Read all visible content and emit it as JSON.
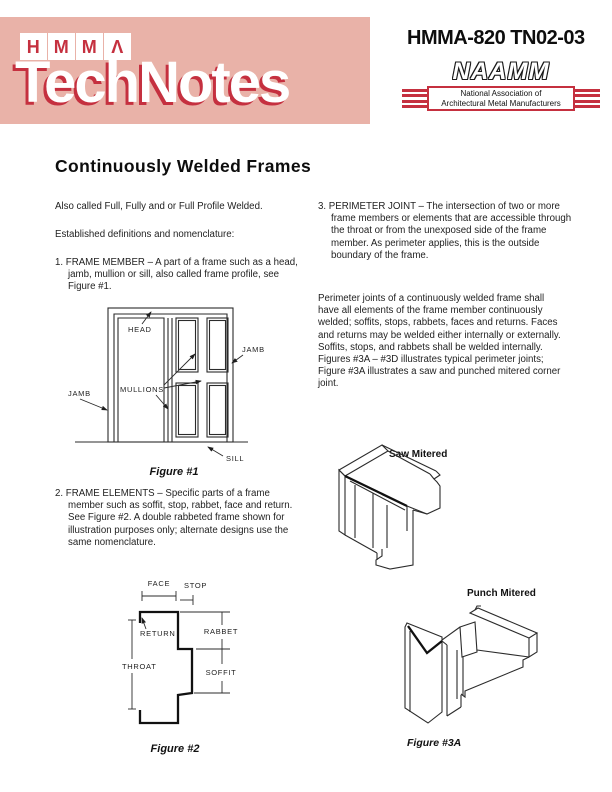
{
  "page": {
    "doc_number": "HMMA-820 TN02-03",
    "title": "Continuously Welded Frames"
  },
  "header": {
    "hmma_letters": [
      "H",
      "M",
      "M",
      "Λ"
    ],
    "technotes": "TechNotes",
    "naamm": {
      "acronym": "NAAMM",
      "line1": "National Association of",
      "line2": "Architectural Metal Manufacturers"
    },
    "colors": {
      "band_pink": "#e9b2a8",
      "brand_red": "#c5303f"
    }
  },
  "body": {
    "intro1": "Also called Full, Fully and or Full Profile Welded.",
    "intro2": "Established definitions and nomenclature:",
    "item1_num": "1.",
    "item1_text": "FRAME MEMBER – A part of a frame such as a head, jamb, mullion or sill, also called frame profile, see Figure #1.",
    "item2_num": "2.",
    "item2_text": "FRAME ELEMENTS – Specific parts of a frame member such as soffit, stop, rabbet, face and return. See Figure #2. A double rabbeted frame shown for illustration purposes only; alternate designs use the same nomenclature.",
    "item3_num": "3.",
    "item3_text": "PERIMETER JOINT – The intersection of two or more frame members or elements that are accessible through the throat or from the unexposed side of the frame member. As perimeter applies, this is the outside boundary of the frame.",
    "para_perimeter": "Perimeter joints of a continuously welded frame shall have all elements of the frame member continuously welded; soffits, stops, rabbets, faces and returns. Faces and returns may be welded either internally or externally. Soffits, stops, and rabbets shall be welded internally. Figures #3A – #3D illustrates typical perimeter joints; Figure #3A illustrates a saw and punched mitered corner joint."
  },
  "figure1": {
    "caption": "Figure #1",
    "labels": {
      "head": "HEAD",
      "jamb_right": "JAMB",
      "jamb_left": "JAMB",
      "mullions": "MULLIONS",
      "sill": "SILL"
    }
  },
  "figure2": {
    "caption": "Figure #2",
    "labels": {
      "face": "FACE",
      "stop": "STOP",
      "return": "RETURN",
      "rabbet": "RABBET",
      "throat": "THROAT",
      "soffit": "SOFFIT"
    }
  },
  "figure3": {
    "saw_label": "Saw Mitered",
    "punch_label": "Punch Mitered",
    "caption": "Figure #3A"
  }
}
